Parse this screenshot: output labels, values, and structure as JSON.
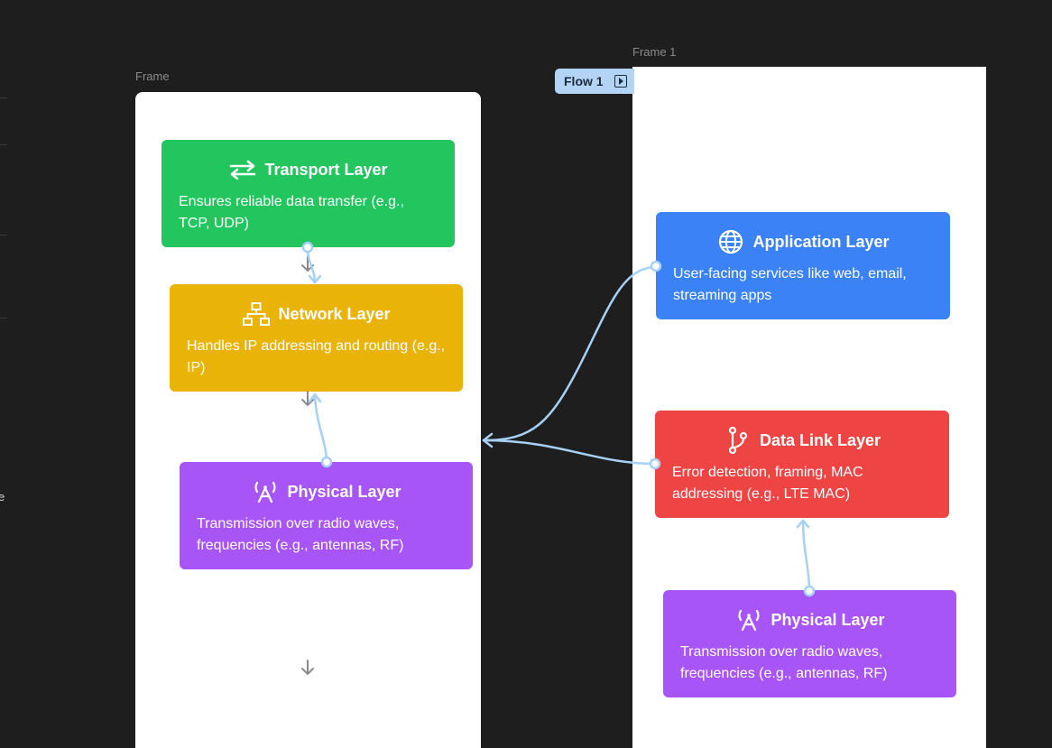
{
  "canvas": {
    "edge_glyph": "e",
    "connector_color": "#a6d0f4",
    "arrow_color": "#8a8a8a"
  },
  "frames": {
    "left": {
      "label": "Frame"
    },
    "right": {
      "label": "Frame 1",
      "flow_label": "Flow 1",
      "flow_icon": "play-icon"
    }
  },
  "cards": {
    "transport": {
      "title": "Transport Layer",
      "description": "Ensures reliable data transfer (e.g., TCP, UDP)",
      "icon": "arrows-left-right-icon",
      "color": "#22c55e"
    },
    "network": {
      "title": "Network Layer",
      "description": "Handles IP addressing and routing (e.g., IP)",
      "icon": "network-icon",
      "color": "#eab308"
    },
    "physical_left": {
      "title": "Physical Layer",
      "description": "Transmission over radio waves, frequencies (e.g., antennas, RF)",
      "icon": "antenna-icon",
      "color": "#a855f7"
    },
    "application": {
      "title": "Application Layer",
      "description": "User-facing services like web, email, streaming apps",
      "icon": "globe-icon",
      "color": "#3b82f6"
    },
    "datalink": {
      "title": "Data Link Layer",
      "description": "Error detection, framing, MAC addressing (e.g., LTE MAC)",
      "icon": "git-branch-icon",
      "color": "#ef4444"
    },
    "physical_right": {
      "title": "Physical Layer",
      "description": "Transmission over radio waves, frequencies (e.g., antennas, RF)",
      "icon": "antenna-icon",
      "color": "#a855f7"
    }
  }
}
